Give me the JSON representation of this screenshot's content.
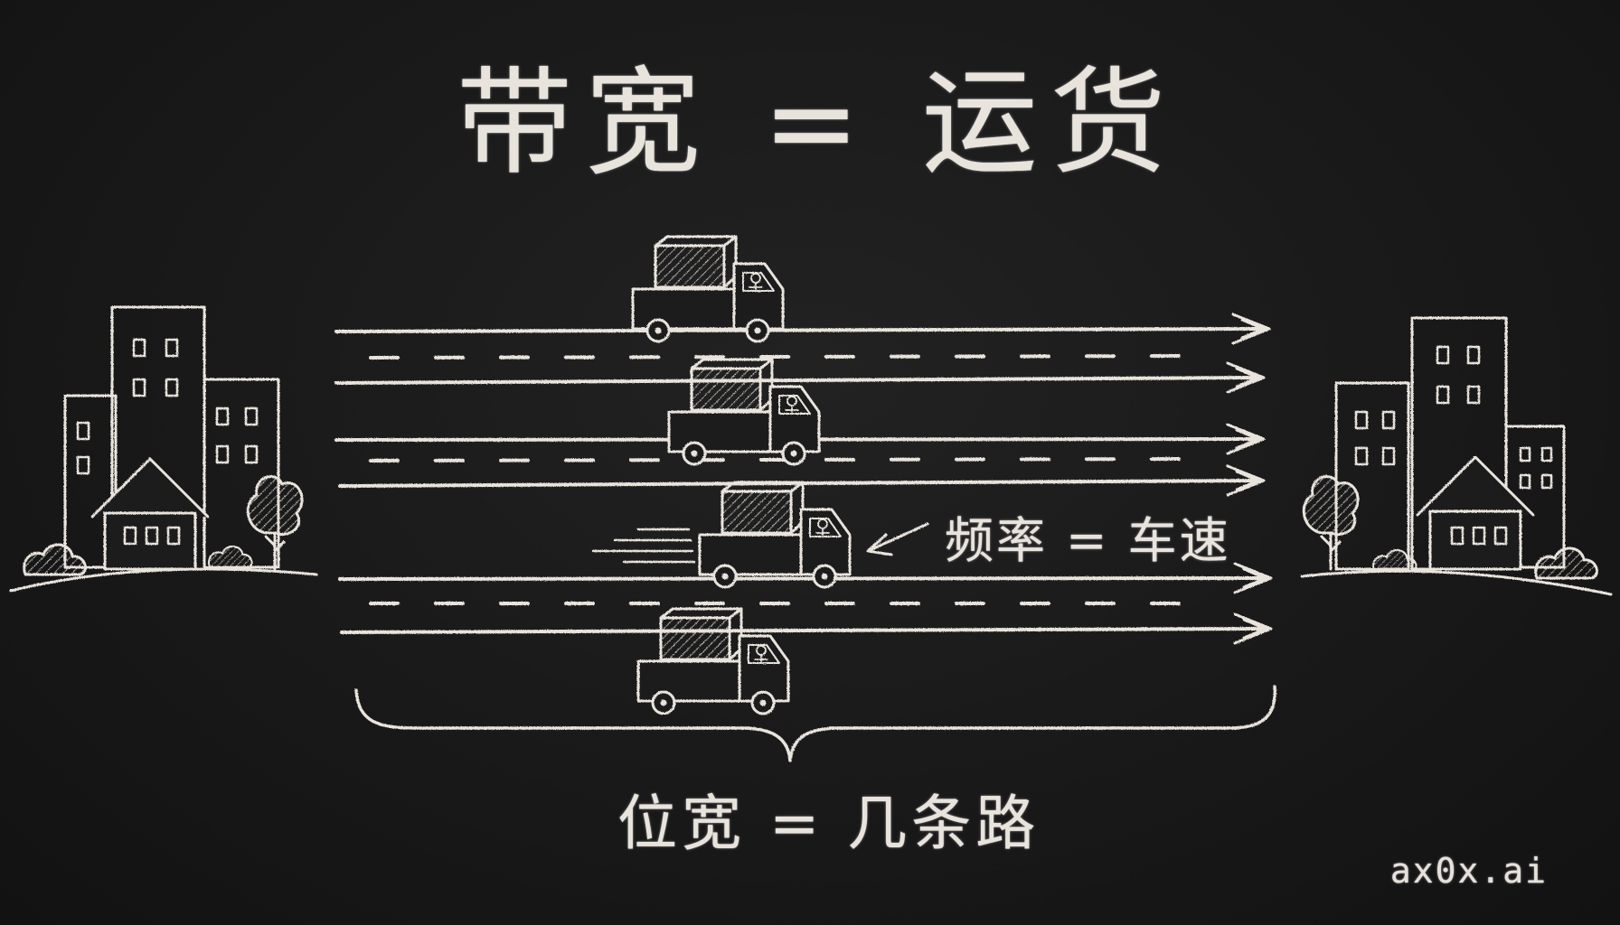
{
  "title": "带宽 = 运货",
  "labels": {
    "frequency": "频率 = 车速",
    "bit_width": "位宽 = 几条路"
  },
  "watermark": "ax0x.ai",
  "colors": {
    "background": "#1a1a1a",
    "chalk": "#e8e4dc"
  },
  "diagram": {
    "road_count": 6,
    "truck_count": 4,
    "cities": [
      "left-city",
      "right-city"
    ]
  }
}
